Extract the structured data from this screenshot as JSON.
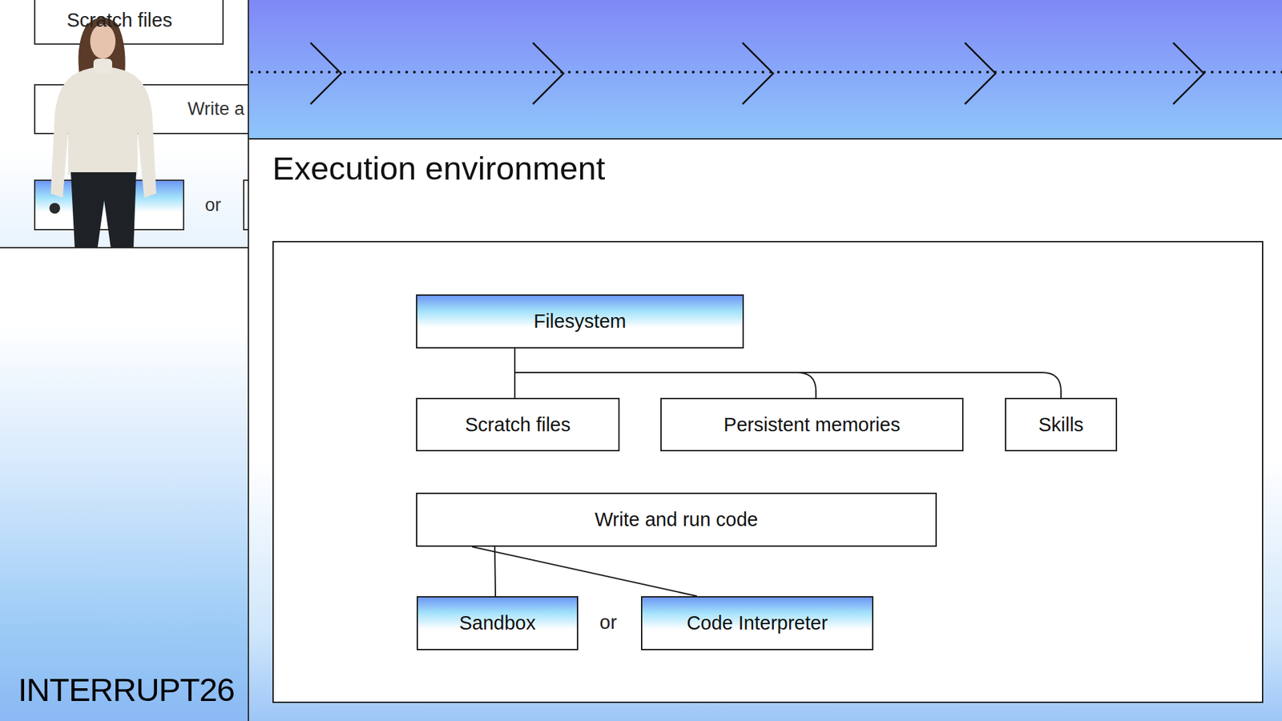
{
  "diagram": {
    "title": "Execution environment",
    "nodes": [
      {
        "text": [
          "Filesystem"
        ]
      },
      {
        "text": [
          "Scratch files"
        ]
      },
      {
        "text": [
          "Persistent memories"
        ]
      },
      {
        "text": [
          "Skills"
        ]
      },
      {
        "text": [
          "Write and run code"
        ]
      },
      {
        "text": [
          "Sandbox"
        ]
      },
      {
        "text": [
          "Code Interpreter"
        ]
      }
    ],
    "edges": [
      {
        "from": 0,
        "to": 1,
        "arrow": "none"
      },
      {
        "from": 0,
        "to": 2,
        "arrow": "none"
      },
      {
        "from": 0,
        "to": 3,
        "arrow": "none"
      },
      {
        "from": 4,
        "to": 5,
        "arrow": "none"
      },
      {
        "from": 4,
        "to": 6,
        "arrow": "none"
      }
    ],
    "labels": [
      "Scratch files",
      "Write a",
      "or",
      "or",
      "INTERRUPT26"
    ]
  }
}
